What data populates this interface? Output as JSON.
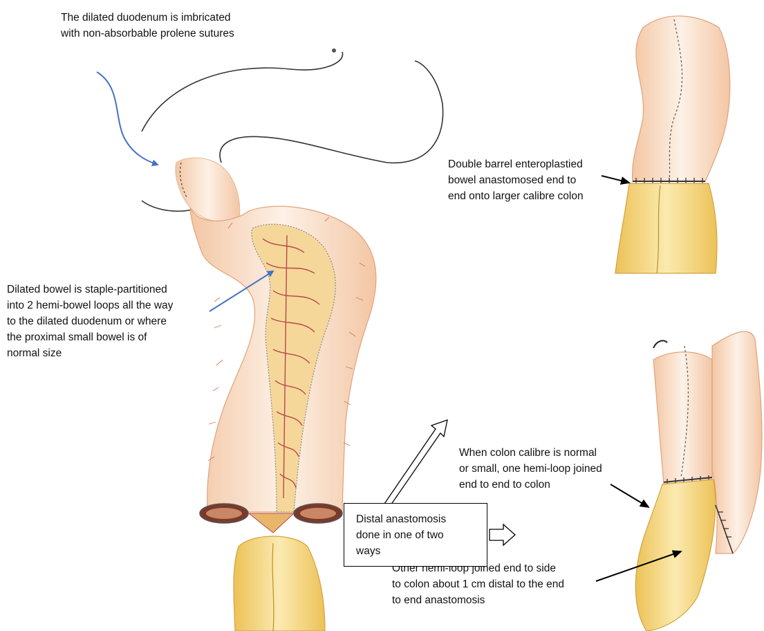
{
  "labels": {
    "duodenum": "The dilated duodenum is imbricated\nwith non-absorbable prolene sutures",
    "partition": "Dilated bowel is staple-partitioned\ninto 2 hemi-bowel loops all the way\nto the dilated duodenum or where\nthe proximal small bowel is of\nnormal size",
    "double_barrel": "Double barrel enteroplastied\nbowel anastomosed end to\nend onto larger calibre colon",
    "normal_colon": "When colon calibre is normal\nor small, one hemi-loop joined\nend to end to colon",
    "end_to_side": "Other hemi-loop joined end to side\nto colon about 1 cm distal to the end\nto end anastomosis",
    "distal_box": "Distal anastomosis\ndone in one of two\nways"
  },
  "colors": {
    "arrow_blue": "#4472c4",
    "outline": "#333333",
    "bowel_fill": "#fbe3d2",
    "bowel_shade": "#e8a070",
    "vessel": "#c0504d",
    "colon_fill": "#f5d57a",
    "colon_shade": "#e3b24a"
  }
}
